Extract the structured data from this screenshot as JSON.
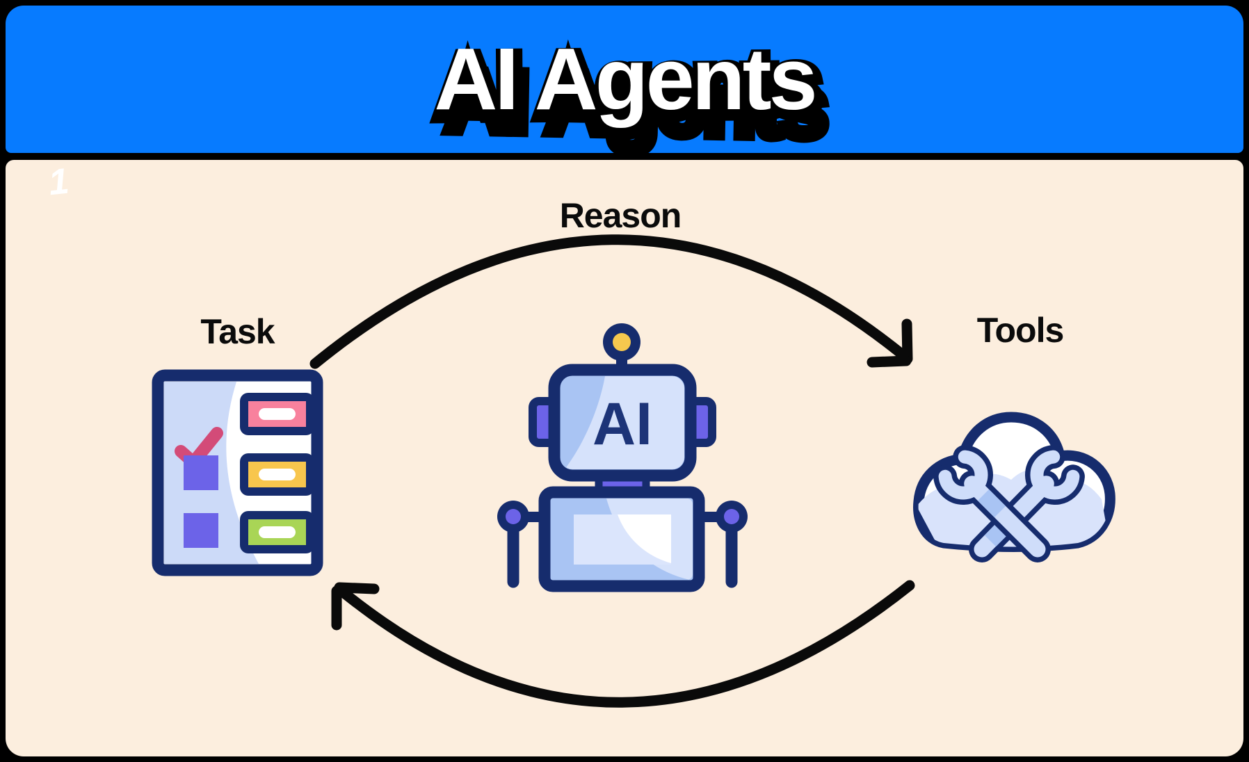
{
  "header": {
    "title": "AI Agents"
  },
  "page_marker": "1",
  "diagram": {
    "nodes": [
      {
        "id": "task",
        "label": "Task",
        "icon": "checklist-icon"
      },
      {
        "id": "agent",
        "label": "AI",
        "icon": "robot-icon"
      },
      {
        "id": "tools",
        "label": "Tools",
        "icon": "cloud-wrenches-icon"
      }
    ],
    "edges": [
      {
        "from": "task",
        "to": "tools",
        "label": "Reason",
        "shape": "top-arc"
      },
      {
        "from": "tools",
        "to": "task",
        "label": "",
        "shape": "bottom-arc"
      }
    ]
  },
  "colors": {
    "header_blue": "#077BFF",
    "panel_cream": "#FCEEDE",
    "navy_outline": "#162C6D",
    "purple": "#6C63E8",
    "pink_chip": "#F8819D",
    "check_pink": "#D34B78",
    "yellow_chip": "#F8C64D",
    "green_chip": "#A9D556",
    "light_blue": "#CCDAF8",
    "pale_blue": "#D9E3FB",
    "antenna_yellow": "#F6C84E",
    "arrow_black": "#0A0A0A",
    "title_white": "#FFFFFF"
  }
}
